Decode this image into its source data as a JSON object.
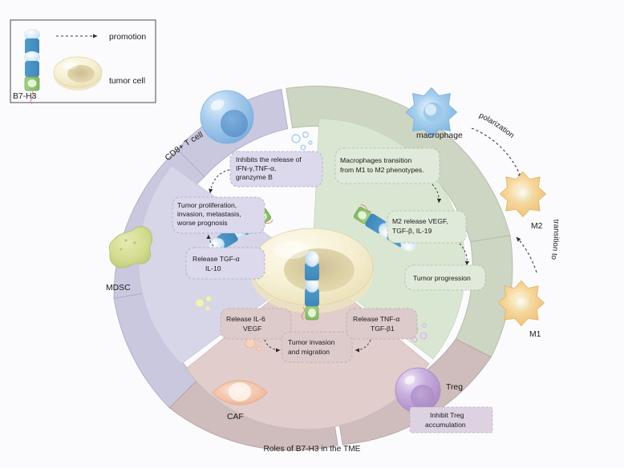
{
  "figure": {
    "caption": "Roles of B7-H3 in the TME",
    "background": "#fbfbfd"
  },
  "legend": {
    "molecule_label": "B7-H3",
    "promotion_label": "promotion",
    "tumor_cell_label": "tumor cell",
    "border_color": "#4a4a5a"
  },
  "sectors": [
    {
      "id": "cd8",
      "outer_label": "CD8+ T cell",
      "outer_ring_color": "#c9c8de",
      "inner_sector_color": "#d6d6e8",
      "cell_color": "#8fb8e0",
      "callouts": [
        {
          "id": "cd8-inhibit",
          "lines": [
            "Inhibits the release of",
            "IFN-γ,TNF-α,",
            "granzyme B"
          ]
        },
        {
          "id": "cd8-prolif",
          "lines": [
            "Tumor proliferation,",
            "invasion, metastasis,",
            "worse prognosis"
          ]
        },
        {
          "id": "cd8-release",
          "lines": [
            "Release TGF-α",
            "IL-10"
          ]
        }
      ]
    },
    {
      "id": "mdsc",
      "outer_label": "MDSC",
      "outer_ring_color": "#c9c8de",
      "cell_color": "#d4dc92"
    },
    {
      "id": "macrophage",
      "outer_label": "macrophage",
      "outer_ring_color": "#cdd6c2",
      "inner_sector_color": "#d9e7d2",
      "cell_color": "#8fc0e8",
      "arrow_labels": [
        "polarization",
        "transition to"
      ],
      "states": [
        "M2",
        "M1"
      ],
      "state_color": "#f3ca7d",
      "callouts": [
        {
          "id": "mac-transition",
          "lines": [
            "Macrophages transition",
            "from M1 to M2 phenotypes."
          ]
        },
        {
          "id": "m2-release",
          "lines": [
            "M2 release VEGF,",
            "TGF-β, IL-19"
          ]
        },
        {
          "id": "tumor-prog",
          "lines": [
            "Tumor progression"
          ]
        }
      ]
    },
    {
      "id": "caf",
      "outer_label": "CAF",
      "outer_ring_color": "#cfbdbd",
      "inner_sector_color": "#e0cdcc",
      "cell_color": "#f3bda0",
      "callouts": [
        {
          "id": "caf-il6",
          "lines": [
            "Release IL-6",
            "VEGF"
          ]
        },
        {
          "id": "caf-invasion",
          "lines": [
            "Tumor invasion",
            "and migration"
          ]
        },
        {
          "id": "caf-tnf",
          "lines": [
            "Release TNF-α",
            "TGF-β1"
          ]
        }
      ]
    },
    {
      "id": "treg",
      "outer_label": "Treg",
      "outer_ring_color": "#cfbdbd",
      "cell_color": "#bb9ad2",
      "callouts": [
        {
          "id": "treg-inhibit",
          "lines": [
            "Inhibit Treg",
            "accumulation"
          ]
        }
      ]
    }
  ],
  "center": {
    "tumor_cell_label": "tumor cell",
    "body_color": "#f5efd2",
    "nucleus_color": "#ddd3a5"
  },
  "molecule": {
    "blue": "#4b95c8",
    "green": "#8cc06a",
    "cap": "#cfe4f2",
    "tail": "#d98a80"
  }
}
